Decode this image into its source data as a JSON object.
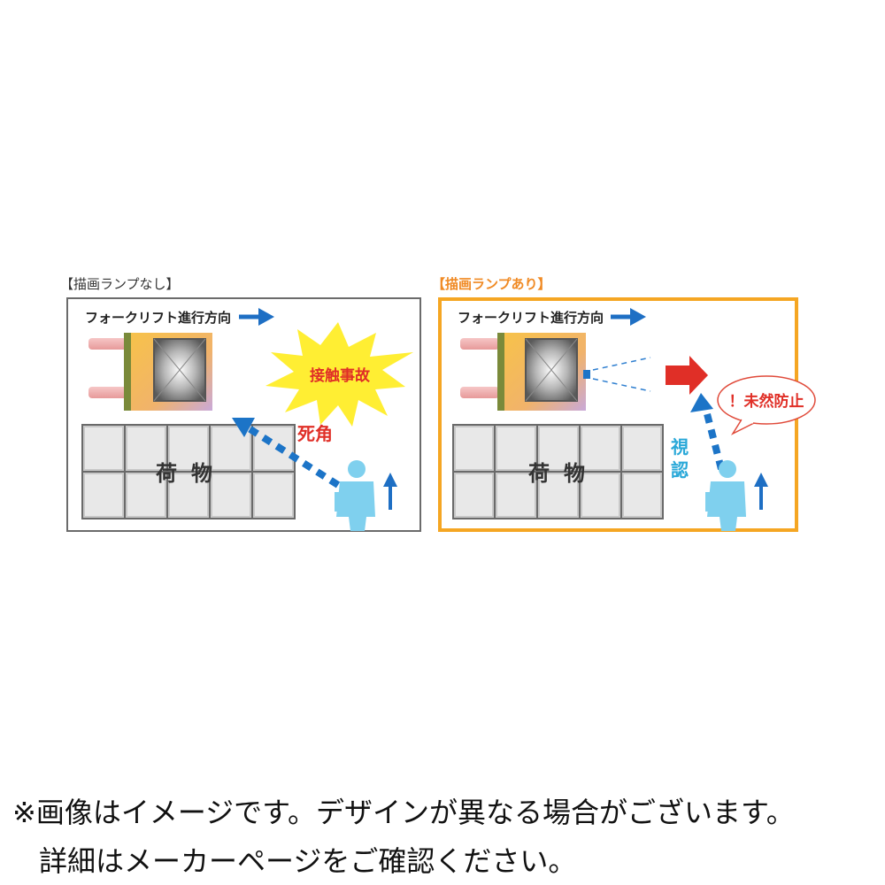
{
  "left_panel": {
    "title": "【描画ランプなし】",
    "direction_label": "フォークリフト進行方向",
    "burst_label": "接触事故",
    "blind_spot_label": "死角",
    "cargo_label_1": "荷",
    "cargo_label_2": "物"
  },
  "right_panel": {
    "title": "【描画ランプあり】",
    "direction_label": "フォークリフト進行方向",
    "bubble_label": "！未然防止",
    "visibility_label_1": "視",
    "visibility_label_2": "認",
    "cargo_label_1": "荷",
    "cargo_label_2": "物"
  },
  "colors": {
    "left_border": "#6b6b6b",
    "right_border": "#f5a623",
    "right_title": "#f08a24",
    "arrow_blue": "#1e6fc4",
    "dot_blue": "#1c74c7",
    "red": "#e02f27",
    "burst_yellow": "#ffee33",
    "cyan": "#29a8d8"
  },
  "footer": {
    "line1": "※画像はイメージです。デザインが異なる場合がございます。",
    "line2": "詳細はメーカーページをご確認ください。"
  }
}
